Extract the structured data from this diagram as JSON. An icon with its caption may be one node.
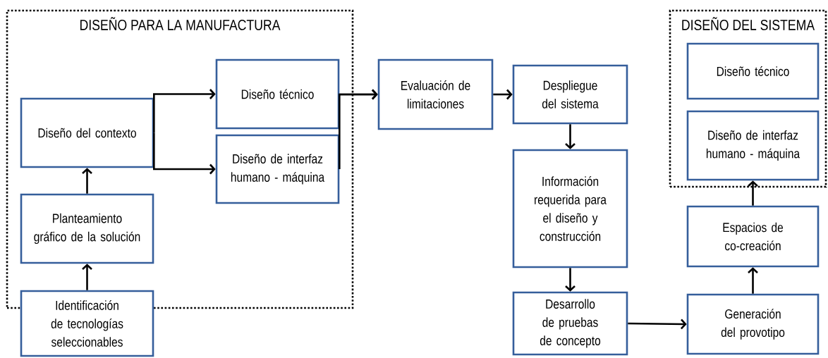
{
  "diagram": {
    "nodes": [
      {
        "text": [
          "DISEÑO PARA LA MANUFACTURA"
        ]
      },
      {
        "text": [
          "Diseño del contexto"
        ],
        "in": 0
      },
      {
        "text": [
          "Planteamiento gráfico de la solución"
        ],
        "in": 0
      },
      {
        "text": [
          "Identificación de tecnologías seleccionables"
        ]
      },
      {
        "text": [
          "Diseño técnico"
        ],
        "in": 0
      },
      {
        "text": [
          "Diseño de interfaz humano - máquina"
        ],
        "in": 0
      },
      {
        "text": [
          "Evaluación de limitaciones"
        ]
      },
      {
        "text": [
          "Despliegue del sistema"
        ]
      },
      {
        "text": [
          "Información requerida para el diseño y construcción"
        ]
      },
      {
        "text": [
          "Desarrollo de pruebas de concepto"
        ]
      },
      {
        "text": [
          "DISEÑO DEL SISTEMA"
        ]
      },
      {
        "text": [
          "Diseño técnico"
        ],
        "in": 10
      },
      {
        "text": [
          "Diseño de interfaz humano - máquina"
        ],
        "in": 10
      },
      {
        "text": [
          "Espacios de co-creación"
        ]
      },
      {
        "text": [
          "Generación del provotipo"
        ]
      }
    ],
    "edges": [
      {
        "from": 3,
        "to": 2,
        "arrow": "to"
      },
      {
        "from": 2,
        "to": 1,
        "arrow": "to"
      },
      {
        "from": 1,
        "to": 4,
        "arrow": "to"
      },
      {
        "from": 1,
        "to": 5,
        "arrow": "to"
      },
      {
        "from": 4,
        "to": 6,
        "arrow": "to"
      },
      {
        "from": 5,
        "to": 6,
        "arrow": "to"
      },
      {
        "from": 6,
        "to": 7,
        "arrow": "to"
      },
      {
        "from": 7,
        "to": 8,
        "arrow": "to"
      },
      {
        "from": 8,
        "to": 9,
        "arrow": "to"
      },
      {
        "from": 9,
        "to": 14,
        "arrow": "to"
      },
      {
        "from": 14,
        "to": 13,
        "arrow": "to"
      },
      {
        "from": 13,
        "to": 12,
        "arrow": "to"
      }
    ]
  }
}
